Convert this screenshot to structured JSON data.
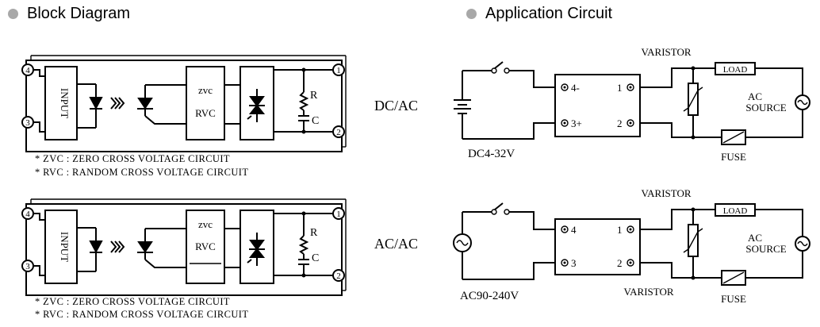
{
  "headings": {
    "block_diagram": "Block Diagram",
    "application_circuit": "Application Circuit"
  },
  "dc": {
    "type_label": "DC/AC",
    "input_label": "INPUT",
    "zvc": "zvc",
    "rvc": "RVC",
    "r": "R",
    "c": "C",
    "pin1": "1",
    "pin2": "2",
    "pin3": "3",
    "pin4": "4",
    "note_zvc": "* ZVC : ZERO CROSS VOLTAGE  CIRCUIT",
    "note_rvc": "* RVC : RANDOM CROSS VOLTAGE CIRCUIT",
    "app": {
      "varistor": "VARISTOR",
      "load": "LOAD",
      "ac": "AC",
      "source": "SOURCE",
      "fuse": "FUSE",
      "supply": "DC4-32V",
      "term_in_neg": "4-",
      "term_in_pos": "3+",
      "term_out1": "1",
      "term_out2": "2"
    }
  },
  "ac": {
    "type_label": "AC/AC",
    "input_label": "INPUT",
    "zvc": "zvc",
    "rvc": "RVC",
    "r": "R",
    "c": "C",
    "pin1": "1",
    "pin2": "2",
    "pin3": "3",
    "pin4": "4",
    "note_zvc": "* ZVC : ZERO CROSS VOLTAGE  CIRCUIT",
    "note_rvc": "* RVC : RANDOM CROSS VOLTAGE CIRCUIT",
    "app": {
      "varistor_top": "VARISTOR",
      "varistor_bottom": "VARISTOR",
      "load": "LOAD",
      "ac": "AC",
      "source": "SOURCE",
      "fuse": "FUSE",
      "supply": "AC90-240V",
      "term_in_a": "4",
      "term_in_b": "3",
      "term_out1": "1",
      "term_out2": "2"
    }
  }
}
